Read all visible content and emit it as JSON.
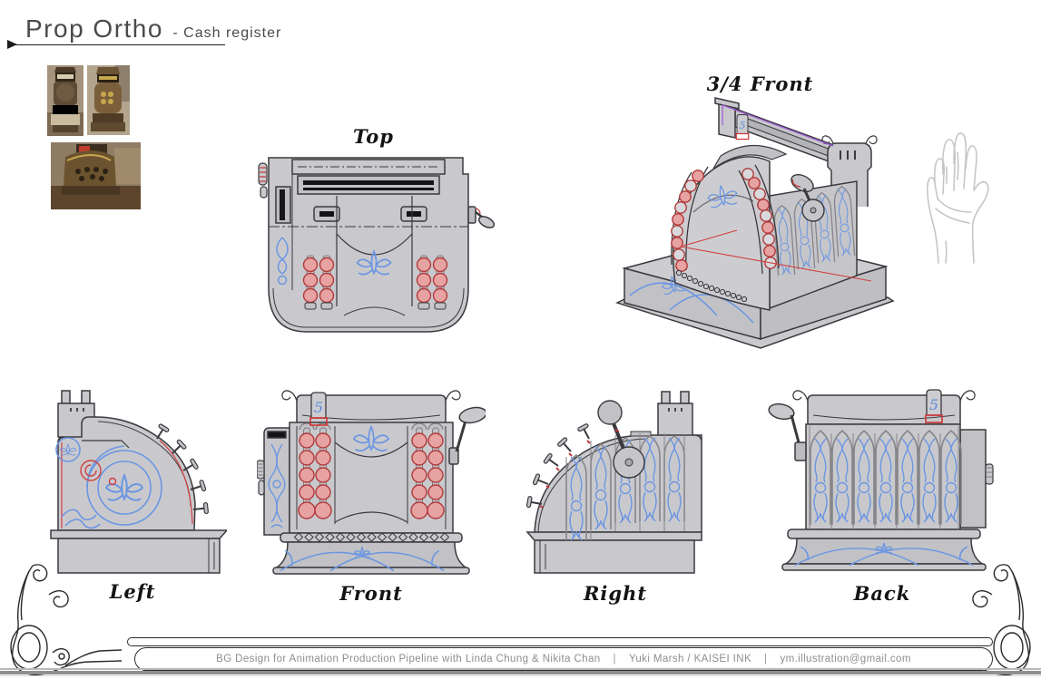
{
  "header": {
    "title": "Prop Ortho",
    "subtitle": "- Cash register"
  },
  "views": {
    "top": {
      "label": "Top"
    },
    "front34": {
      "label": "3/4 Front"
    },
    "left": {
      "label": "Left"
    },
    "front": {
      "label": "Front"
    },
    "right": {
      "label": "Right"
    },
    "back": {
      "label": "Back"
    }
  },
  "annotations": {
    "key_flag_value": "5"
  },
  "reference_photos": [
    {
      "name": "antique cash register photo front"
    },
    {
      "name": "antique cash register photo three-quarter"
    },
    {
      "name": "antique cash register photo side"
    }
  ],
  "footer": {
    "credit": "BG Design for Animation Production Pipeline with Linda Chung & Nikita Chan",
    "separator": "|",
    "artist": "Yuki Marsh / KAISEI INK",
    "email": "ym.illustration@gmail.com"
  },
  "colors": {
    "body_gray": "#c9c9cd",
    "outline": "#3a3a3e",
    "ornament_blue": "#6b96e2",
    "key_ring_red": "#b13a3a",
    "key_pink": "#e7a2a2",
    "guide_purple": "#a05fd8",
    "guide_red": "#d04040"
  }
}
